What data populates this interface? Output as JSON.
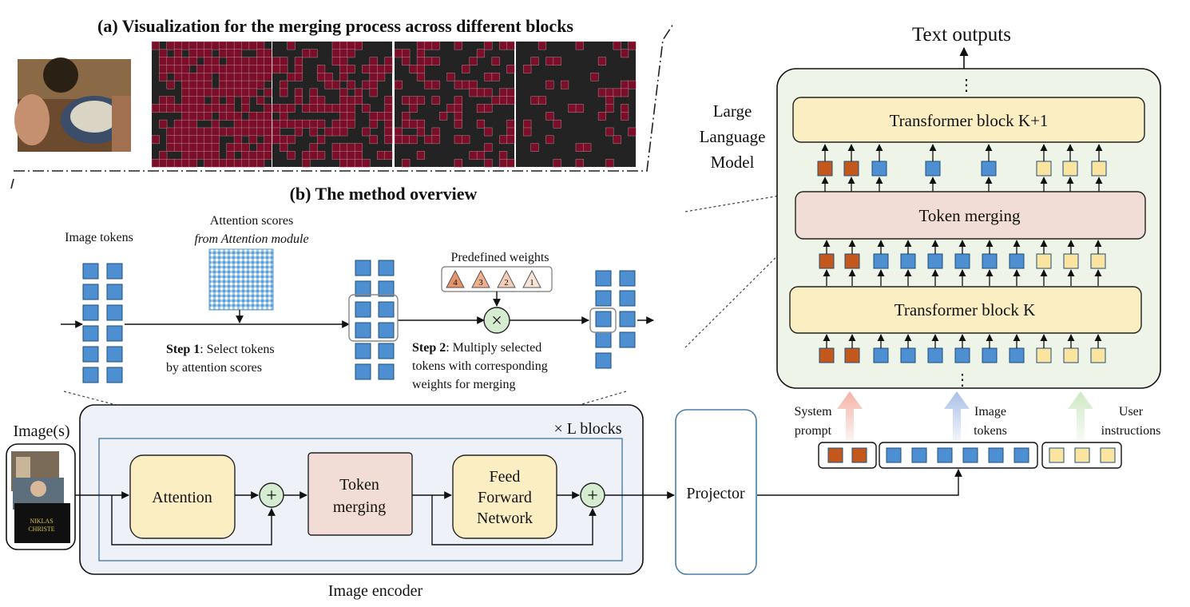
{
  "panel_a": {
    "title": "(a) Visualization for the merging process across different blocks"
  },
  "panel_b": {
    "title": "(b) The method overview",
    "image_tokens_label": "Image tokens",
    "attention_scores_label": "Attention scores",
    "attention_source_label": "from Attention module",
    "predefined_weights_label": "Predefined weights",
    "weights": [
      "4",
      "3",
      "2",
      "1"
    ],
    "step1_bold": "Step 1",
    "step1_line1": ": Select tokens",
    "step1_line2": "by attention scores",
    "step2_bold": "Step 2",
    "step2_line1": ": Multiply selected",
    "step2_line2": "tokens with corresponding",
    "step2_line3": "weights for merging",
    "multiply_symbol": "×"
  },
  "encoder": {
    "images_label": "Image(s)",
    "thumbnail_text_line1": "NIKLAS",
    "thumbnail_text_line2": "CHRISTE",
    "blocks_label": "× L blocks",
    "attention": "Attention",
    "token_merging_line1": "Token",
    "token_merging_line2": "merging",
    "ffn_line1": "Feed",
    "ffn_line2": "Forward",
    "ffn_line3": "Network",
    "plus": "+",
    "caption": "Image encoder",
    "projector": "Projector"
  },
  "llm": {
    "label_line1": "Large",
    "label_line2": "Language",
    "label_line3": "Model",
    "text_outputs": "Text outputs",
    "block_top": "Transformer block K+1",
    "token_merging": "Token merging",
    "block_bottom": "Transformer block K",
    "dots": "⋮",
    "system_prompt_line1": "System",
    "system_prompt_line2": "prompt",
    "image_tokens_line1": "Image",
    "image_tokens_line2": "tokens",
    "user_instructions_line1": "User",
    "user_instructions_line2": "instructions"
  },
  "colors": {
    "token_blue": "#4e8fd1",
    "token_orange": "#c4581c",
    "token_yellow": "#fbe3a0",
    "block_yellow": "#fbeec3",
    "merge_pink": "#f2ddd6",
    "llm_bg": "#eef4e8",
    "encoder_bg": "#eef1f8",
    "merge_dark": "#232323",
    "merge_red": "#7b0f2a",
    "arrow_red": "#f3b3a6",
    "arrow_blue": "#a9c0e8",
    "arrow_green": "#cfe8c4",
    "multiply_fill": "#d5ecd0"
  }
}
